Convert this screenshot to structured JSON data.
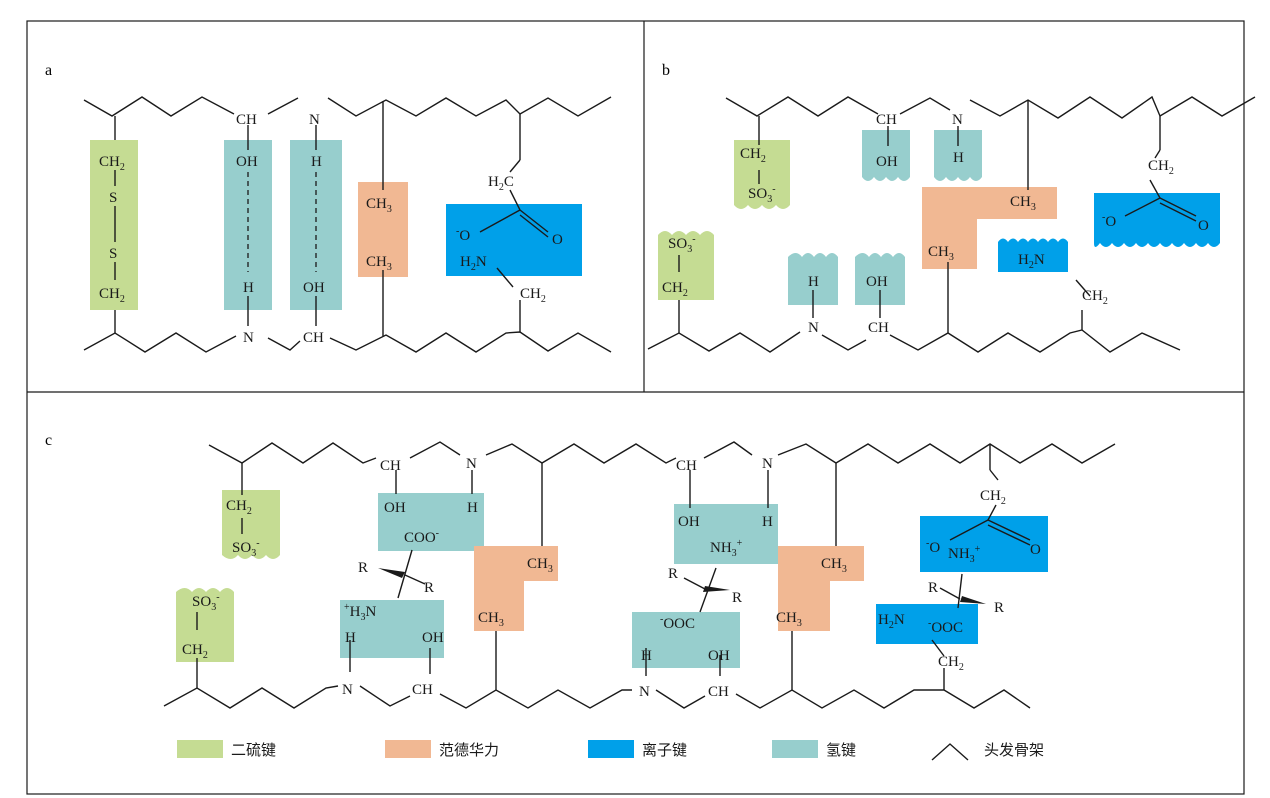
{
  "colors": {
    "disulfide": "#c5dc93",
    "vdw": "#f1b893",
    "ionic": "#00a0e9",
    "hbond": "#97cecd",
    "line": "#1a1a1a"
  },
  "panels": {
    "a": "a",
    "b": "b",
    "c": "c"
  },
  "labels": {
    "CH": "CH",
    "N": "N",
    "OH": "OH",
    "H": "H",
    "S": "S",
    "CH2": "CH",
    "CH3": "CH",
    "H2C": "H",
    "H2N": "H",
    "O": "O",
    "Ominus": "O",
    "SO3": "SO",
    "COO": "COO",
    "OOC": "OOC",
    "NH3": "NH",
    "H3N": "H",
    "R": "R",
    "sub2": "2",
    "sub3": "3",
    "supminus": "-",
    "supplus": "+"
  },
  "legend": [
    {
      "label": "二硫键",
      "color": "disulfide",
      "icon": "swatch"
    },
    {
      "label": "范德华力",
      "color": "vdw",
      "icon": "swatch"
    },
    {
      "label": "离子键",
      "color": "ionic",
      "icon": "swatch"
    },
    {
      "label": "氢键",
      "color": "hbond",
      "icon": "swatch"
    },
    {
      "label": "头发骨架",
      "color": "line",
      "icon": "chevron"
    }
  ]
}
